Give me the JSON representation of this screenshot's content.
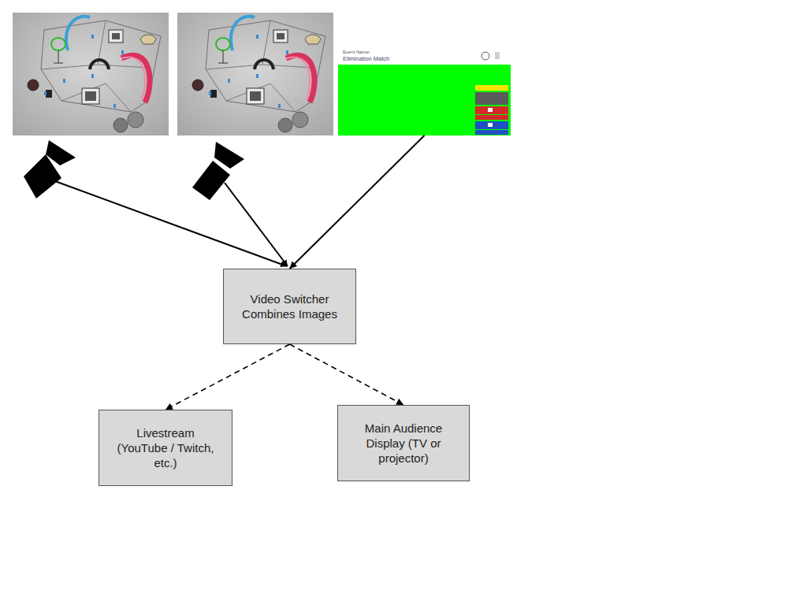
{
  "diagram": {
    "nodes": [
      {
        "text": [
          "Event Name:",
          "Elimination Match"
        ]
      },
      {
        "text": [
          "Video Switcher Combines Images"
        ]
      },
      {
        "text": [
          "Livestream (YouTube / Twitch, etc.)"
        ]
      },
      {
        "text": [
          "Main Audience Display (TV or projector)"
        ]
      }
    ],
    "edges": [
      {
        "from": 0,
        "to": 1,
        "arrow": "to"
      },
      {
        "from": 1,
        "to": 2,
        "arrow": "to"
      },
      {
        "from": 1,
        "to": 3,
        "arrow": "to"
      }
    ]
  }
}
